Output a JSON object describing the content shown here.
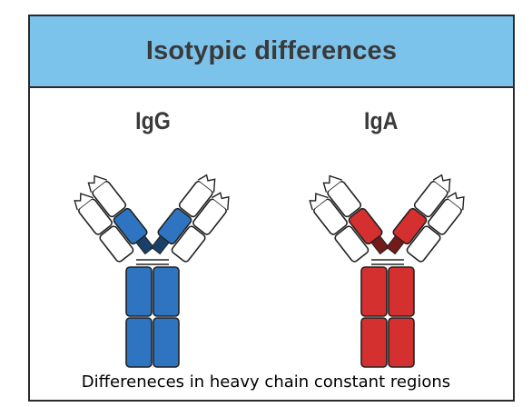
{
  "header": {
    "title": "Isotypic differences",
    "background_color": "#7cc3ec"
  },
  "antibodies": [
    {
      "label": "IgG",
      "constant_color": "#2f74c0"
    },
    {
      "label": "IgA",
      "constant_color": "#d3302f"
    }
  ],
  "caption": "Differeneces in heavy chain constant regions"
}
